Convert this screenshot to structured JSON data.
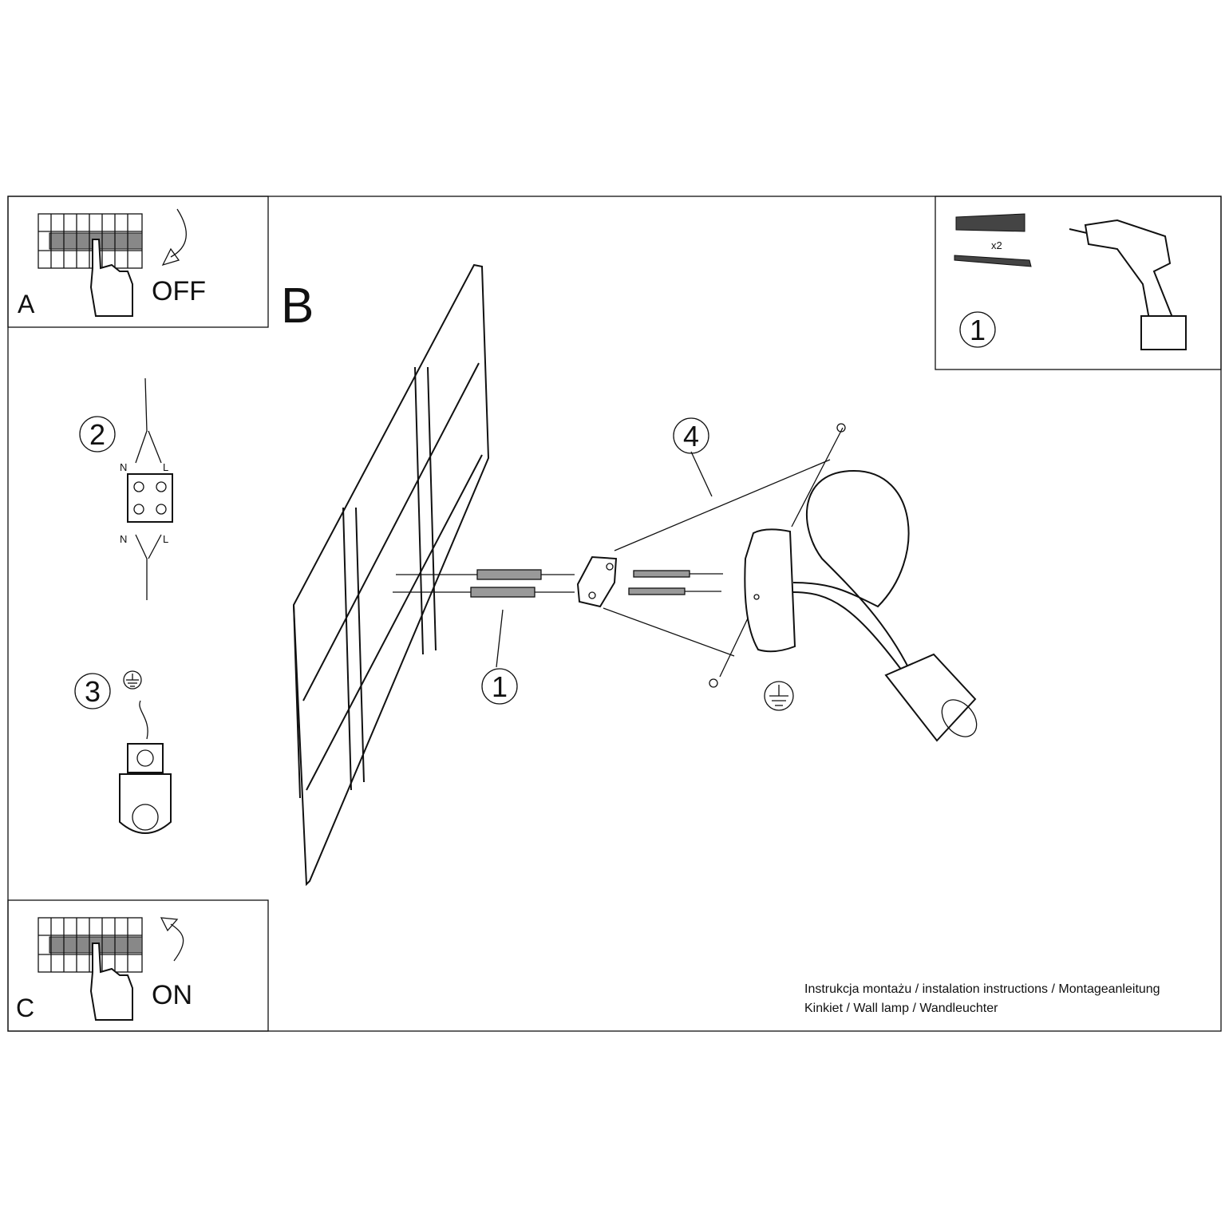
{
  "panels": {
    "a": {
      "letter": "A",
      "state": "OFF"
    },
    "b": {
      "letter": "B"
    },
    "c": {
      "letter": "C",
      "state": "ON"
    }
  },
  "steps": {
    "tools": "1",
    "wiring": "2",
    "ground": "3",
    "mount_step": "1",
    "lamp_step": "4"
  },
  "wiring": {
    "n_top": "N",
    "l_top": "L",
    "n_bottom": "N",
    "l_bottom": "L"
  },
  "tools": {
    "quantity": "x2"
  },
  "footer": {
    "line1": "Instrukcja montażu / instalation instructions / Montageanleitung",
    "line2": "Kinkiet / Wall lamp / Wandleuchter"
  }
}
